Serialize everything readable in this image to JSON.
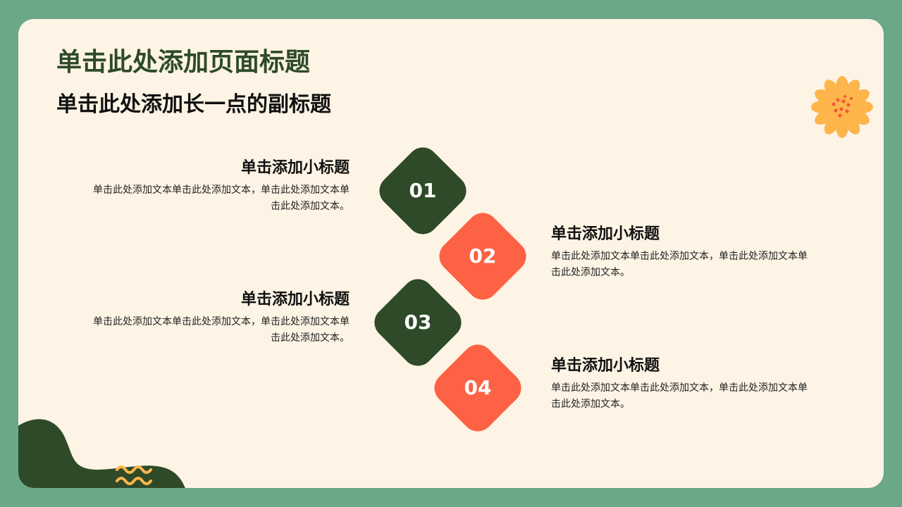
{
  "title": "单击此处添加页面标题",
  "subtitle": "单击此处添加长一点的副标题",
  "colors": {
    "dark_green": "#2e4a28",
    "coral": "#fe6244",
    "frame": "#6aa888",
    "card": "#fef4e5",
    "flower": "#fdb54c",
    "flower_dots": "#f0573a"
  },
  "items": [
    {
      "number": "01",
      "heading": "单击添加小标题",
      "line1": "单击此处添加文本单击此处添加文本，单击此处添加文本单",
      "line2": "击此处添加文本。"
    },
    {
      "number": "02",
      "heading": "单击添加小标题",
      "line1": "单击此处添加文本单击此处添加文本，单击此处添加文本单",
      "line2": "击此处添加文本。"
    },
    {
      "number": "03",
      "heading": "单击添加小标题",
      "line1": "单击此处添加文本单击此处添加文本，单击此处添加文本单",
      "line2": "击此处添加文本。"
    },
    {
      "number": "04",
      "heading": "单击添加小标题",
      "line1": "单击此处添加文本单击此处添加文本，单击此处添加文本单",
      "line2": "击此处添加文本。"
    }
  ],
  "decorations": {
    "flower_icon": "flower-icon",
    "wave_icon": "squiggle-icon",
    "blob": "blob-shape"
  }
}
